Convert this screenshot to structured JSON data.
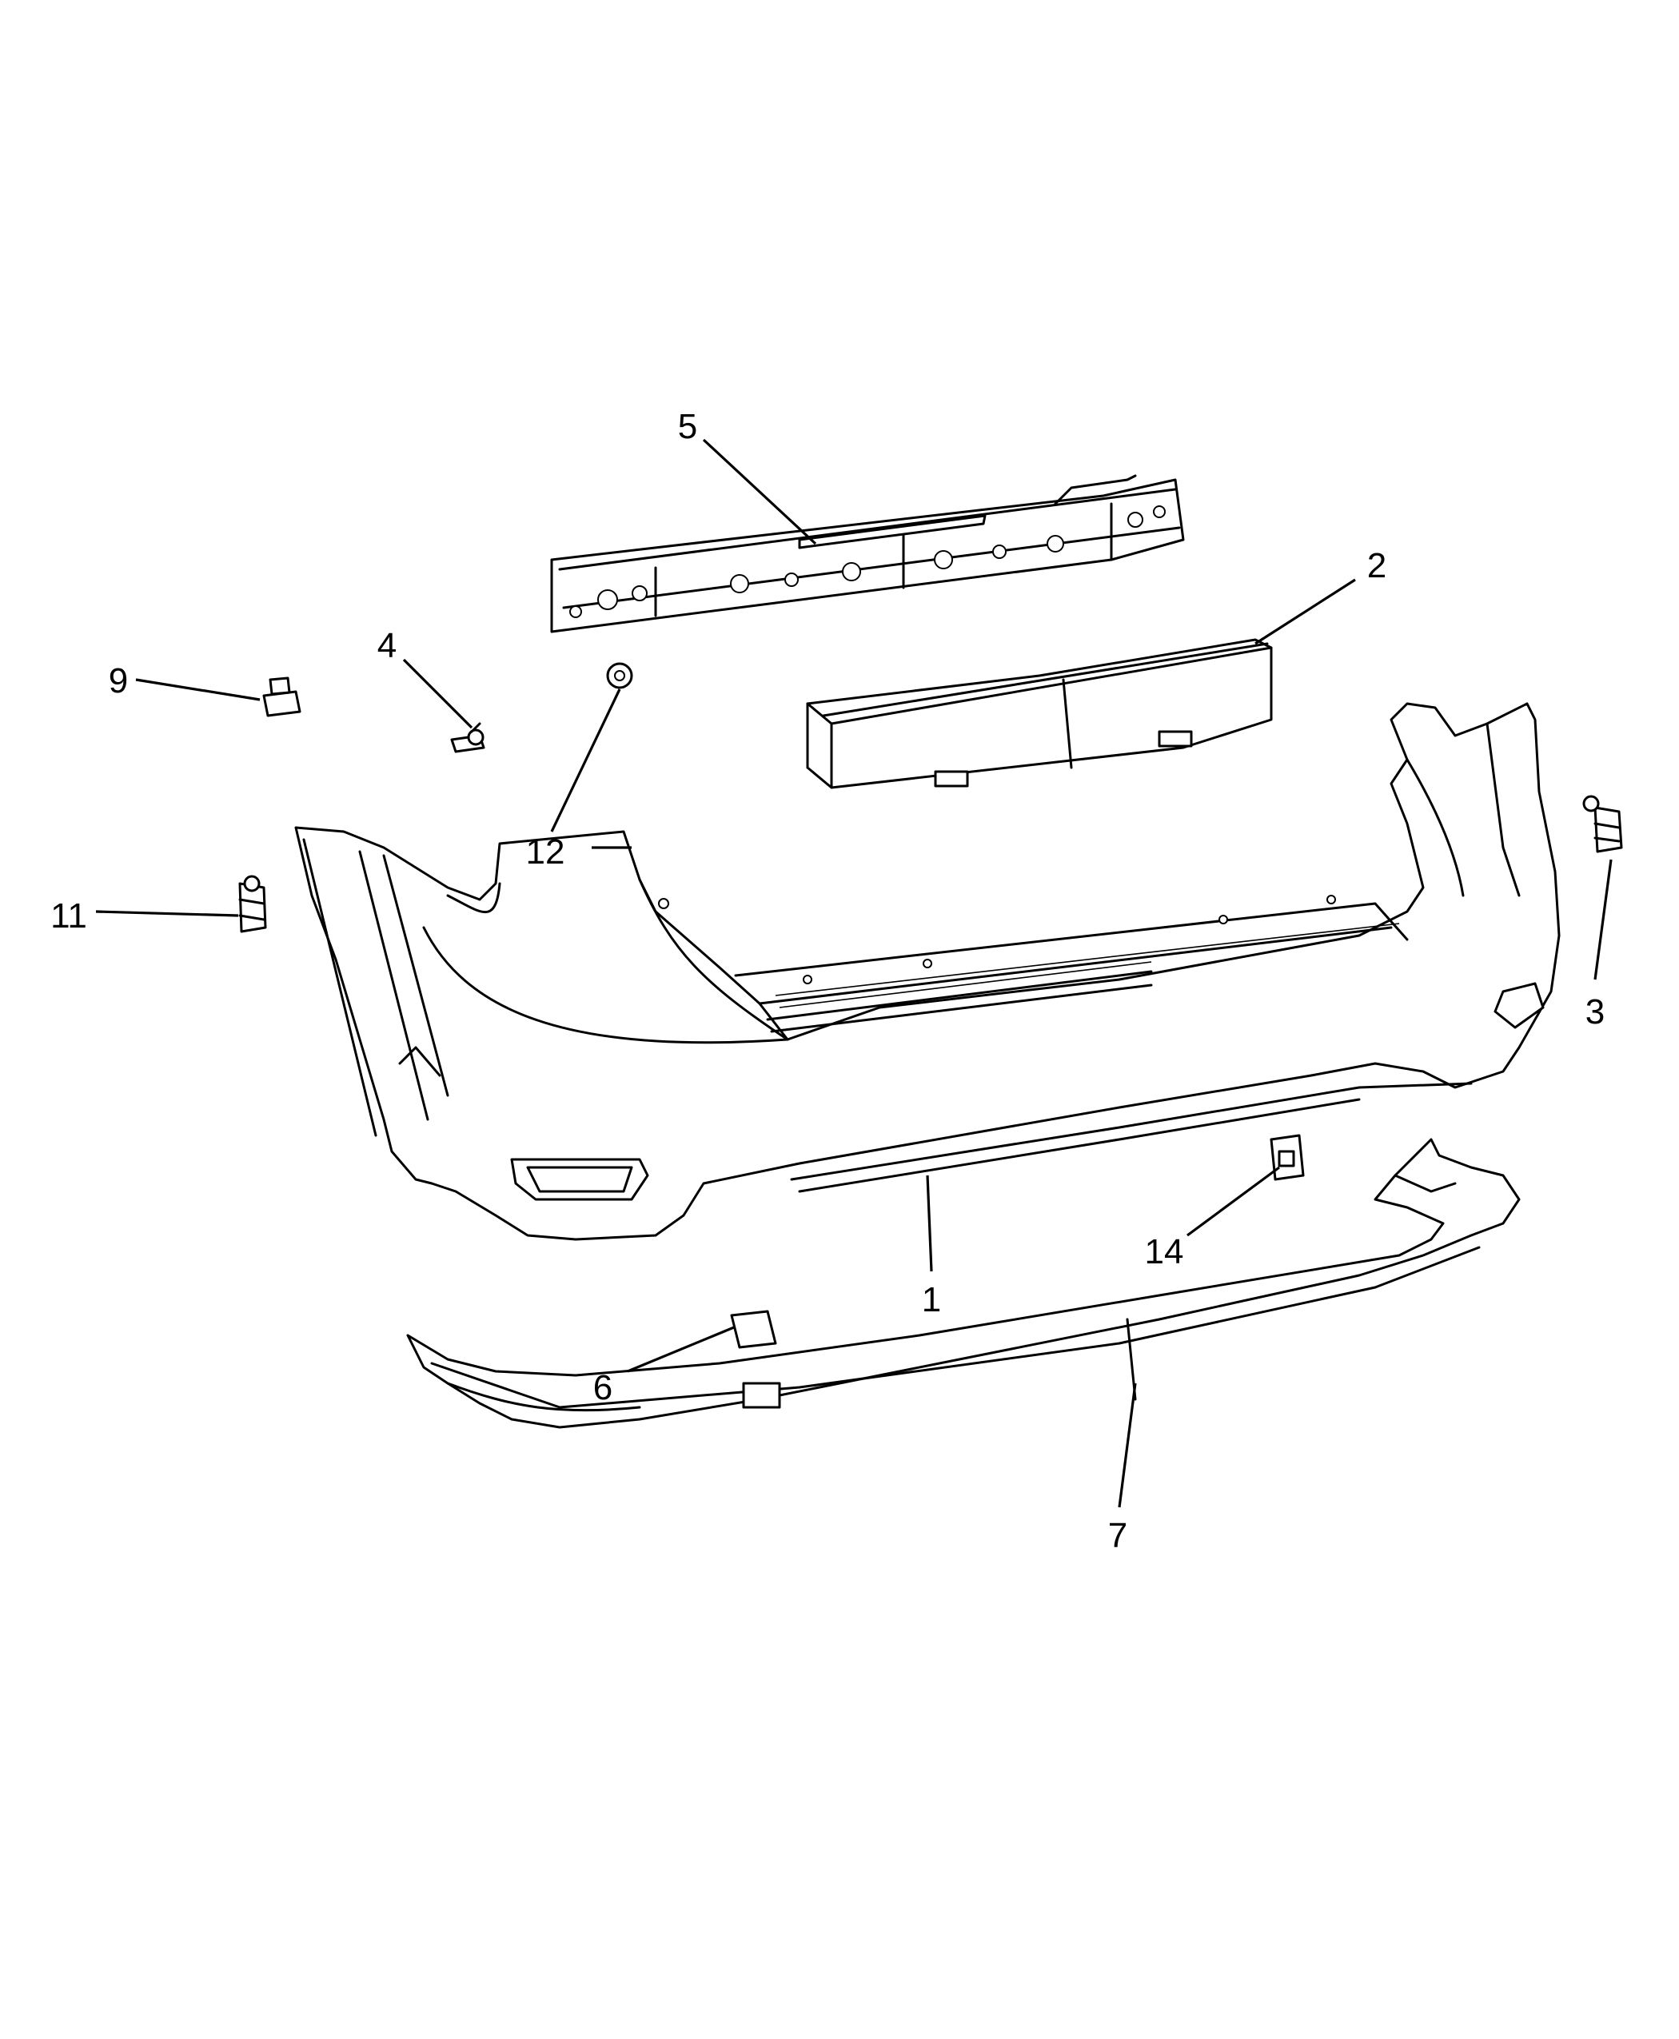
{
  "callouts": {
    "c1": "1",
    "c2": "2",
    "c3": "3",
    "c4": "4",
    "c5": "5",
    "c6": "6",
    "c7": "7",
    "c9": "9",
    "c11": "11",
    "c12": "12",
    "c14": "14"
  }
}
